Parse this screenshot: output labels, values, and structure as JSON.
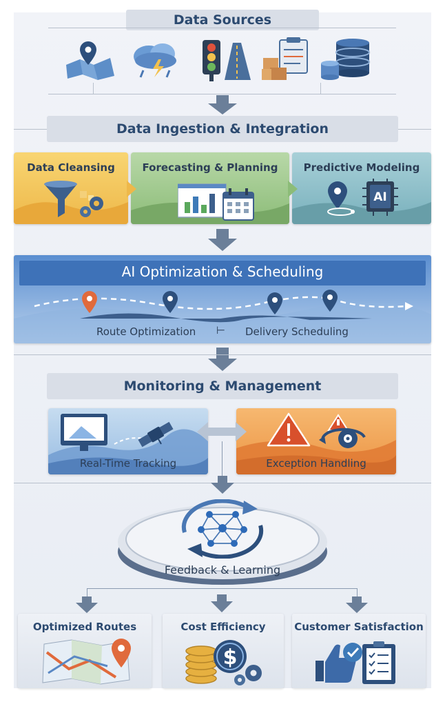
{
  "sections": {
    "sources": {
      "title": "Data Sources"
    },
    "ingestion": {
      "title": "Data Ingestion & Integration"
    },
    "processing": [
      {
        "title": "Data Cleansing"
      },
      {
        "title": "Forecasting & Planning"
      },
      {
        "title": "Predictive Modeling",
        "chip_label": "AI"
      }
    ],
    "optimization": {
      "title": "AI Optimization & Scheduling",
      "left_label": "Route Optimization",
      "separator": "⊢",
      "right_label": "Delivery Scheduling"
    },
    "monitoring": {
      "title": "Monitoring & Management"
    },
    "tracking": {
      "title": "Real-Time Tracking"
    },
    "exceptions": {
      "title": "Exception Handling"
    },
    "feedback": {
      "title": "Feedback & Learning"
    },
    "outcomes": [
      {
        "title": "Optimized Routes"
      },
      {
        "title": "Cost Efficiency",
        "symbol": "$"
      },
      {
        "title": "Customer Satisfaction"
      }
    ]
  },
  "colors": {
    "title_bar": "#d9dee7",
    "text_dark": "#2c3e56",
    "title_blue": "#2c4a70",
    "arrow": "#6b7f99",
    "cleansing": "#f5c95c",
    "forecasting": "#9cc48a",
    "modeling": "#8cc0c8",
    "optimization": "#4a7ec2",
    "tracking": "#a8c4e4",
    "exceptions": "#f0a050",
    "pin_red": "#e06a3c",
    "pin_navy": "#2d4f7c"
  },
  "icons": {
    "sources": [
      "map-pin-icon",
      "weather-cloud-icon",
      "traffic-light-icon",
      "warehouse-boxes-icon",
      "database-icon"
    ],
    "processing": [
      "funnel-gears-icon",
      "bar-chart-calendar-icon",
      "pin-ai-chip-icon"
    ],
    "tracking": [
      "monitor-satellite-icon"
    ],
    "exceptions": [
      "warning-icon"
    ],
    "feedback": [
      "neural-network-icon",
      "cycle-arrows-icon"
    ],
    "outcomes": [
      "route-map-pin-icon",
      "coins-dollar-gear-icon",
      "thumbs-up-checklist-icon"
    ]
  }
}
